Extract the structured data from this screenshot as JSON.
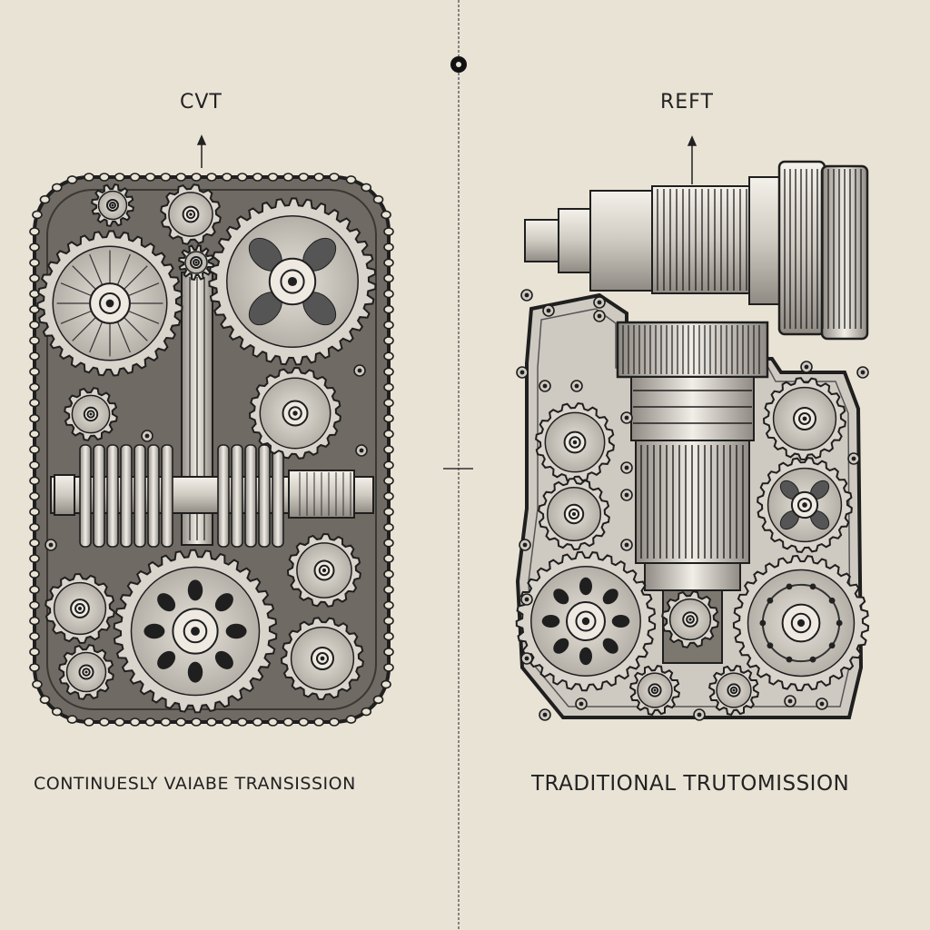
{
  "left_panel": {
    "title": "CVT",
    "caption": "CONTINUESLY VAIABE TRANSISSION"
  },
  "right_panel": {
    "title": "REFT",
    "caption": "TRADITIONAL TRUTOMISSION"
  },
  "colors": {
    "background": "#e9e3d6",
    "ink": "#1f1f1f",
    "casing": "#6f6a63",
    "metal_light": "#d9d4cc",
    "metal_mid": "#a9a49d"
  }
}
